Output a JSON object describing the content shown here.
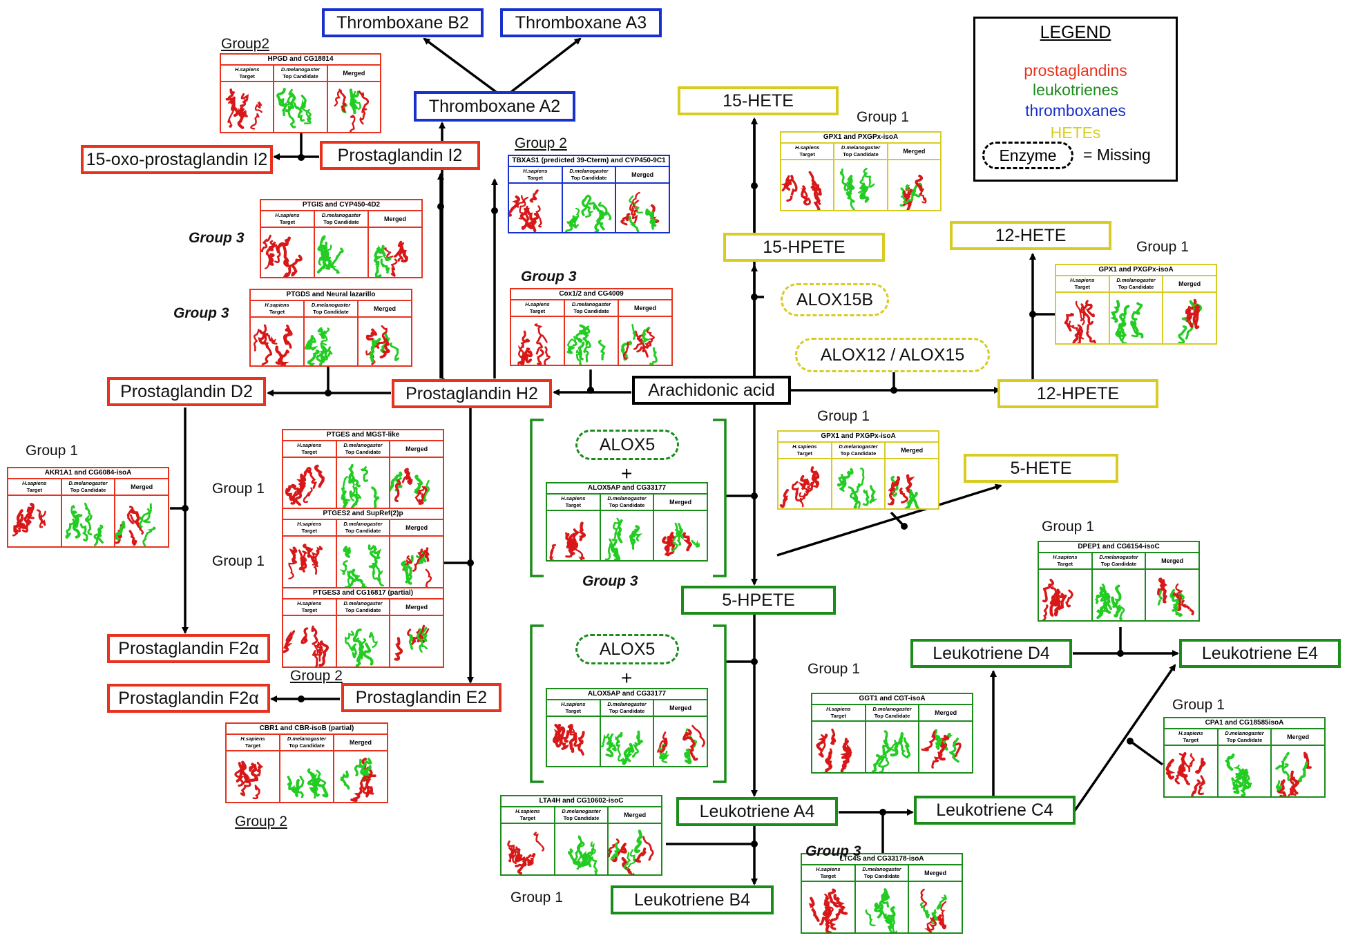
{
  "colors": {
    "prostaglandin": "#e8321e",
    "leukotriene": "#1a8c1a",
    "thromboxane": "#1830cc",
    "hete": "#d8cc22",
    "neutral": "#000000",
    "human_structure": "#d81818",
    "fly_structure": "#22cc22"
  },
  "legend": {
    "title": "LEGEND",
    "items": [
      {
        "label": "prostaglandins",
        "color": "#e8321e"
      },
      {
        "label": "leukotrienes",
        "color": "#1a8c1a"
      },
      {
        "label": "thromboxanes",
        "color": "#1830cc"
      },
      {
        "label": "HETEs",
        "color": "#d8cc22"
      }
    ],
    "enzyme_key": "Enzyme",
    "missing_label": "= Missing"
  },
  "metabolites": [
    {
      "id": "txb2",
      "label": "Thromboxane B2",
      "cls": "thromboxane"
    },
    {
      "id": "txa3",
      "label": "Thromboxane A3",
      "cls": "thromboxane"
    },
    {
      "id": "txa2",
      "label": "Thromboxane A2",
      "cls": "thromboxane"
    },
    {
      "id": "oxo",
      "label": "15-oxo-prostaglandin I2",
      "cls": "prostaglandin"
    },
    {
      "id": "pgi2",
      "label": "Prostaglandin I2",
      "cls": "prostaglandin"
    },
    {
      "id": "pgd2",
      "label": "Prostaglandin D2",
      "cls": "prostaglandin"
    },
    {
      "id": "pgh2",
      "label": "Prostaglandin H2",
      "cls": "prostaglandin"
    },
    {
      "id": "aa",
      "label": "Arachidonic acid",
      "cls": "neutral"
    },
    {
      "id": "pgf2a1",
      "label": "Prostaglandin F2α",
      "cls": "prostaglandin"
    },
    {
      "id": "pgf2a2",
      "label": "Prostaglandin F2α",
      "cls": "prostaglandin"
    },
    {
      "id": "pge2",
      "label": "Prostaglandin E2",
      "cls": "prostaglandin"
    },
    {
      "id": "hete15",
      "label": "15-HETE",
      "cls": "hete"
    },
    {
      "id": "hpete15",
      "label": "15-HPETE",
      "cls": "hete"
    },
    {
      "id": "hete12",
      "label": "12-HETE",
      "cls": "hete"
    },
    {
      "id": "hpete12",
      "label": "12-HPETE",
      "cls": "hete"
    },
    {
      "id": "hete5",
      "label": "5-HETE",
      "cls": "hete"
    },
    {
      "id": "hpete5",
      "label": "5-HPETE",
      "cls": "leukotriene"
    },
    {
      "id": "ltd4",
      "label": "Leukotriene D4",
      "cls": "leukotriene"
    },
    {
      "id": "lte4",
      "label": "Leukotriene E4",
      "cls": "leukotriene"
    },
    {
      "id": "lta4",
      "label": "Leukotriene A4",
      "cls": "leukotriene"
    },
    {
      "id": "ltc4",
      "label": "Leukotriene C4",
      "cls": "leukotriene"
    },
    {
      "id": "ltb4",
      "label": "Leukotriene B4",
      "cls": "leukotriene"
    }
  ],
  "missing_enzymes": [
    {
      "id": "alox15b",
      "label": "ALOX15B",
      "cls": "hete"
    },
    {
      "id": "alox1215",
      "label": "ALOX12 / ALOX15",
      "cls": "hete"
    },
    {
      "id": "alox5a",
      "label": "ALOX5",
      "cls": "leukotriene"
    },
    {
      "id": "alox5b",
      "label": "ALOX5",
      "cls": "leukotriene"
    }
  ],
  "panel_columns": {
    "human": [
      "H.sapiens",
      "Target"
    ],
    "fly": [
      "D.melanogaster",
      "Top Candidate"
    ],
    "merged": "Merged"
  },
  "panels": [
    {
      "id": "hpgd",
      "title": "HPGD and CG18814",
      "cls": "prostaglandin"
    },
    {
      "id": "tbxas1",
      "title": "TBXAS1 (predicted 39-Cterm) and CYP450-9C1",
      "cls": "thromboxane"
    },
    {
      "id": "ptgis",
      "title": "PTGIS and CYP450-4D2",
      "cls": "prostaglandin"
    },
    {
      "id": "ptgds",
      "title": "PTGDS and Neural lazarillo",
      "cls": "prostaglandin"
    },
    {
      "id": "cox",
      "title": "Cox1/2 and CG4009",
      "cls": "prostaglandin"
    },
    {
      "id": "gpx15",
      "title": "GPX1 and PXGPx-isoA",
      "cls": "hete"
    },
    {
      "id": "gpx12",
      "title": "GPX1 and PXGPx-isoA",
      "cls": "hete"
    },
    {
      "id": "gpx5",
      "title": "GPX1 and PXGPx-isoA",
      "cls": "hete"
    },
    {
      "id": "akr",
      "title": "AKR1A1 and CG6084-isoA",
      "cls": "prostaglandin"
    },
    {
      "id": "ptges1",
      "title": "PTGES and MGST-like",
      "cls": "prostaglandin"
    },
    {
      "id": "ptges2",
      "title": "PTGES2 and SupRef(2)p",
      "cls": "prostaglandin"
    },
    {
      "id": "ptges3",
      "title": "PTGES3 and CG16817 (partial)",
      "cls": "prostaglandin"
    },
    {
      "id": "cbr1",
      "title": "CBR1  and CBR-isoB (partial)",
      "cls": "prostaglandin"
    },
    {
      "id": "alox5ap1",
      "title": "ALOX5AP  and CG33177",
      "cls": "leukotriene"
    },
    {
      "id": "alox5ap2",
      "title": "ALOX5AP  and CG33177",
      "cls": "leukotriene"
    },
    {
      "id": "dpep1",
      "title": "DPEP1  and CG6154-isoC",
      "cls": "leukotriene"
    },
    {
      "id": "ggt1",
      "title": "GGT1  and CGT-isoA",
      "cls": "leukotriene"
    },
    {
      "id": "cpa1",
      "title": "CPA1  and CG18585isoA",
      "cls": "leukotriene"
    },
    {
      "id": "lta4h",
      "title": "LTA4H  and CG10602-isoC",
      "cls": "leukotriene"
    },
    {
      "id": "ltc4s",
      "title": "LTC4S  and CG33178-isoA",
      "cls": "leukotriene"
    }
  ],
  "group_labels": [
    {
      "id": "g_hpgd",
      "text": "Group2",
      "style": "u"
    },
    {
      "id": "g_tbx",
      "text": "Group 2",
      "style": "u"
    },
    {
      "id": "g_ptgis",
      "text": "Group 3",
      "style": "bi"
    },
    {
      "id": "g_ptgds",
      "text": "Group 3",
      "style": "bi"
    },
    {
      "id": "g_cox",
      "text": "Group 3",
      "style": "bi"
    },
    {
      "id": "g_gpx15",
      "text": "Group 1",
      "style": "n"
    },
    {
      "id": "g_gpx12",
      "text": "Group 1",
      "style": "n"
    },
    {
      "id": "g_gpx5",
      "text": "Group 1",
      "style": "n"
    },
    {
      "id": "g_akr",
      "text": "Group 1",
      "style": "n"
    },
    {
      "id": "g_ptges1",
      "text": "Group 1",
      "style": "n"
    },
    {
      "id": "g_ptges2",
      "text": "Group 1",
      "style": "n"
    },
    {
      "id": "g_cbr_top",
      "text": "Group 2",
      "style": "u"
    },
    {
      "id": "g_cbr_bot",
      "text": "Group 2",
      "style": "u"
    },
    {
      "id": "g_alox5",
      "text": "Group 3",
      "style": "bi"
    },
    {
      "id": "g_dpep",
      "text": "Group 1",
      "style": "n"
    },
    {
      "id": "g_ggt",
      "text": "Group 1",
      "style": "n"
    },
    {
      "id": "g_cpa",
      "text": "Group 1",
      "style": "n"
    },
    {
      "id": "g_lta4h",
      "text": "Group 1",
      "style": "n"
    },
    {
      "id": "g_ltc4s",
      "text": "Group 3",
      "style": "bi"
    }
  ]
}
